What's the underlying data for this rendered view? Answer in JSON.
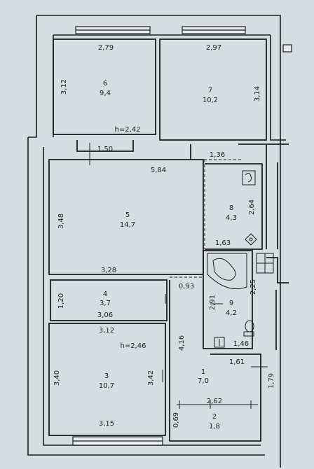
{
  "rooms": [
    {
      "id": "6",
      "area": "9,4",
      "width": "2,79",
      "depth": "3,12"
    },
    {
      "id": "7",
      "area": "10,2",
      "width": "2,97",
      "depth": "3,14"
    },
    {
      "id": "5",
      "area": "14,7",
      "width_top": "5,84",
      "width_bottom": "3,28",
      "depth": "3,48"
    },
    {
      "id": "8",
      "area": "4,3",
      "width": "1,63",
      "depth": "2,64"
    },
    {
      "id": "4",
      "area": "3,7",
      "width": "3,06",
      "depth": "1,20"
    },
    {
      "id": "9",
      "area": "4,2",
      "width": "1,46",
      "depth_left": "2,91",
      "depth_right": "2,25"
    },
    {
      "id": "3",
      "area": "10,7",
      "width_top": "3,12",
      "width_bottom": "3,15",
      "depth_left": "3,40",
      "depth_right": "3,42"
    },
    {
      "id": "1",
      "area": "7,0",
      "width": "1,61",
      "depth_left": "4,16",
      "depth_right": "1,79"
    },
    {
      "id": "2",
      "area": "1,8",
      "width": "2,62",
      "depth": "0,69"
    }
  ],
  "heights": {
    "upper": "h=2,42",
    "lower": "h=2,46"
  },
  "extra_dims": {
    "corridor_1": "1,50",
    "corridor_2": "1,36",
    "doorway": "0,93"
  }
}
